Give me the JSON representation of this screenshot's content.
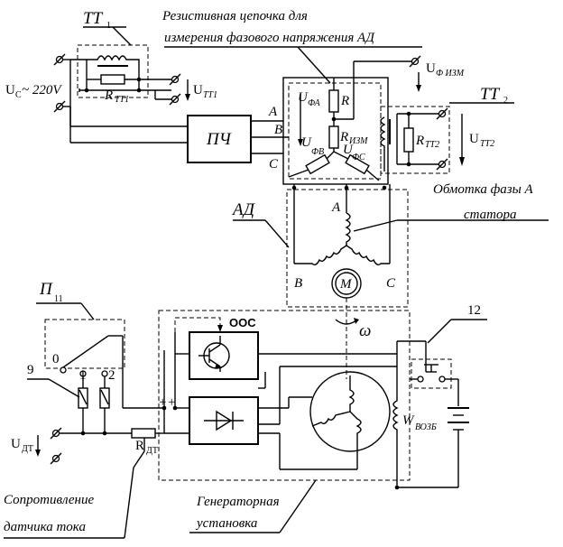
{
  "labels": {
    "tt1": "ТТ",
    "tt1_sub": "1",
    "resist_chain_line1": "Резистивная цепочка для",
    "resist_chain_line2": "измерения фазового напряжения АД",
    "uc": "U",
    "uc_sub": "C",
    "uc_val": "~ 220V",
    "rtt1": "R",
    "rtt1_sub": "ТТ1",
    "utt1": "U",
    "utt1_sub": "ТТ1",
    "pch": "ПЧ",
    "phase_a": "A",
    "phase_b": "B",
    "phase_c": "C",
    "ufa": "U",
    "ufa_sub": "ФА",
    "ufb": "U",
    "ufb_sub": "ФВ",
    "ufc": "U",
    "ufc_sub": "ФС",
    "r": "R",
    "rizm": "R",
    "rizm_sub": "ИЗМ",
    "uf_izm": "U",
    "uf_izm_sub": "Ф ИЗМ",
    "tt2": "ТТ",
    "tt2_sub": "2",
    "rtt2": "R",
    "rtt2_sub": "ТТ2",
    "utt2": "U",
    "utt2_sub": "ТТ2",
    "winding_line1": "Обмотка фазы А",
    "winding_line2": "статора",
    "ad": "АД",
    "stator_a": "A",
    "stator_b": "B",
    "stator_c": "C",
    "motor": "M",
    "omega": "ω",
    "p11": "П",
    "p11_sub": "11",
    "num_9": "9",
    "num_0": "0",
    "num_1": "1",
    "num_2": "2",
    "num_12": "12",
    "oos": "ООС",
    "plus1": "+",
    "plus2": "+",
    "udt": "U",
    "udt_sub": "ДТ",
    "rdt": "R",
    "rdt_sub": "ДТ",
    "wvozb": "W",
    "wvozb_sub": "ВОЗБ",
    "sensor_line1": "Сопротивление",
    "sensor_line2": "датчика тока",
    "gen_line1": "Генераторная",
    "gen_line2": "установка"
  }
}
